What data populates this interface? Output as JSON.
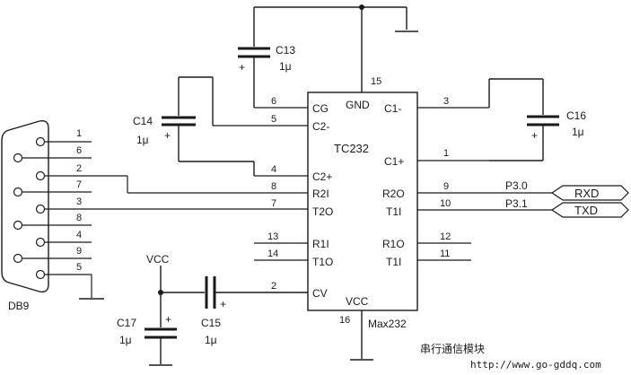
{
  "chip": {
    "name": "TC232",
    "part": "Max232",
    "left_pins": [
      {
        "num": "6",
        "label": "CG"
      },
      {
        "num": "5",
        "label": "C2-"
      },
      {
        "num": "4",
        "label": "C2+"
      },
      {
        "num": "8",
        "label": "R2I"
      },
      {
        "num": "7",
        "label": "T2O"
      },
      {
        "num": "13",
        "label": "R1I"
      },
      {
        "num": "14",
        "label": "T1O"
      },
      {
        "num": "2",
        "label": "CV"
      }
    ],
    "right_pins": [
      {
        "num": "3",
        "label": "C1-"
      },
      {
        "num": "1",
        "label": "C1+"
      },
      {
        "num": "9",
        "label": "R2O"
      },
      {
        "num": "10",
        "label": "T1I"
      },
      {
        "num": "12",
        "label": "R1O"
      },
      {
        "num": "11",
        "label": "T1I"
      }
    ],
    "top_pin": {
      "num": "15",
      "label": "GND"
    },
    "bottom_pin": {
      "num": "16",
      "label": "VCC"
    }
  },
  "capacitors": [
    {
      "name": "C13",
      "value": "1μ"
    },
    {
      "name": "C14",
      "value": "1μ"
    },
    {
      "name": "C16",
      "value": "1μ"
    },
    {
      "name": "C17",
      "value": "1μ"
    },
    {
      "name": "C15",
      "value": "1μ"
    }
  ],
  "polarity_mark": "+",
  "connector": {
    "name": "DB9",
    "pins": [
      "1",
      "6",
      "2",
      "7",
      "3",
      "8",
      "4",
      "9",
      "5"
    ]
  },
  "supply_label": "VCC",
  "nets": [
    {
      "port": "P3.0",
      "signal": "RXD"
    },
    {
      "port": "P3.1",
      "signal": "TXD"
    }
  ],
  "caption": "串行通信模块",
  "watermark": "http://www.go-gddq.com"
}
